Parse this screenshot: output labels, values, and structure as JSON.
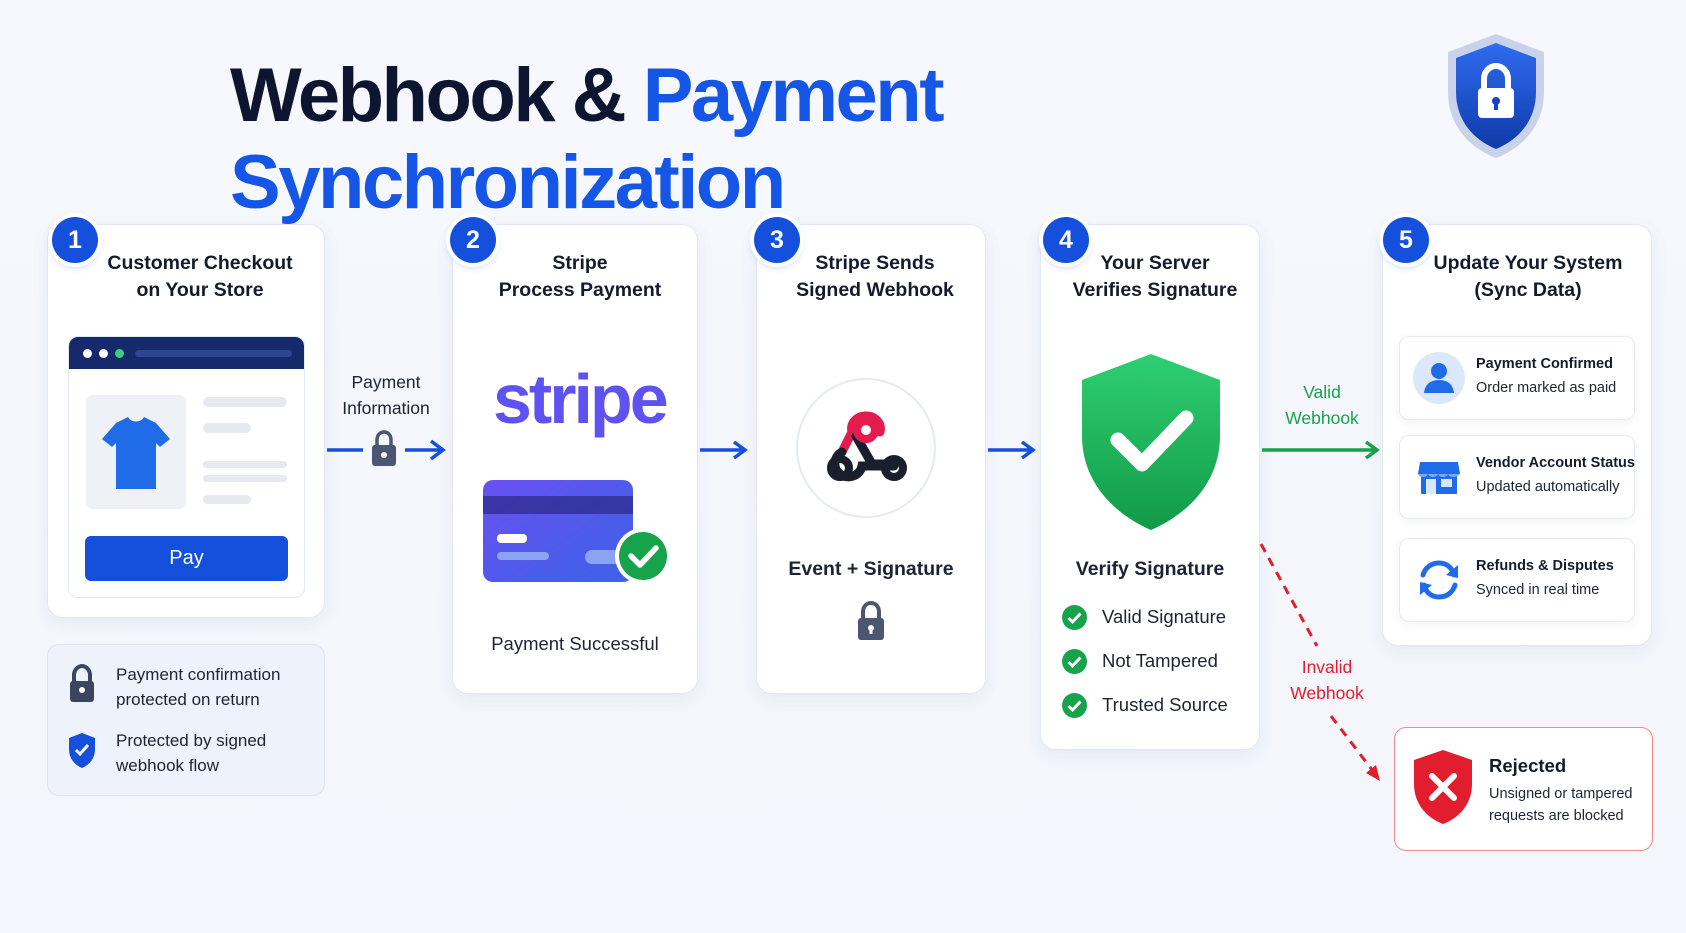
{
  "title": {
    "part1": "Webhook & ",
    "part2": "Payment Synchronization"
  },
  "steps": [
    {
      "num": "1",
      "title_line1": "Customer Checkout",
      "title_line2": "on Your Store"
    },
    {
      "num": "2",
      "title_line1": "Stripe",
      "title_line2": "Process Payment"
    },
    {
      "num": "3",
      "title_line1": "Stripe Sends",
      "title_line2": "Signed Webhook"
    },
    {
      "num": "4",
      "title_line1": "Your Server",
      "title_line2": "Verifies Signature"
    },
    {
      "num": "5",
      "title_line1": "Update Your System",
      "title_line2": "(Sync Data)"
    }
  ],
  "checkout": {
    "pay_label": "Pay"
  },
  "info": {
    "item1_line1": "Payment confirmation",
    "item1_line2": "protected on return",
    "item2_line1": "Protected by signed",
    "item2_line2": "webhook flow"
  },
  "arrows": {
    "payment_info_line1": "Payment",
    "payment_info_line2": "Information",
    "valid_line1": "Valid",
    "valid_line2": "Webhook",
    "invalid_line1": "Invalid",
    "invalid_line2": "Webhook"
  },
  "stripe": {
    "logo": "stripe",
    "caption": "Payment Successful"
  },
  "webhook": {
    "caption": "Event + Signature"
  },
  "verify": {
    "caption": "Verify Signature",
    "checks": [
      "Valid Signature",
      "Not Tampered",
      "Trusted Source"
    ]
  },
  "sync": [
    {
      "title": "Payment Confirmed",
      "sub": "Order marked as paid",
      "icon": "user-icon"
    },
    {
      "title": "Vendor Account Status",
      "sub": "Updated automatically",
      "icon": "store-icon"
    },
    {
      "title": "Refunds & Disputes",
      "sub": "Synced in real time",
      "icon": "sync-icon"
    }
  ],
  "rejected": {
    "title": "Rejected",
    "line1": "Unsigned or tampered",
    "line2": "requests are blocked"
  },
  "colors": {
    "brand_blue": "#1450dc",
    "green": "#16a34a",
    "red": "#e11d2e",
    "stripe": "#5f52f0"
  }
}
